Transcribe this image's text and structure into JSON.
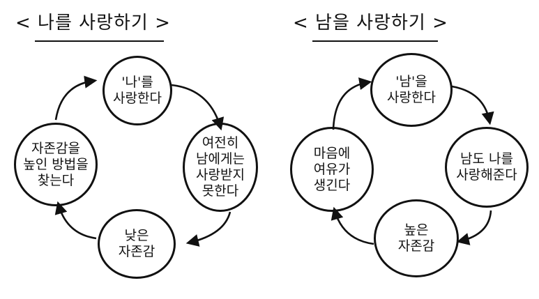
{
  "diagrams": [
    {
      "title": "< 나를 사랑하기 >",
      "nodes": [
        "'나'를\n사랑한다",
        "여전히\n남에게는\n사랑받지\n못한다",
        "낮은\n자존감",
        "자존감을\n높인 방법을\n찾는다"
      ]
    },
    {
      "title": "< 남을 사랑하기 >",
      "nodes": [
        "'남'을\n사랑한다",
        "남도 나를\n사랑해준다",
        "높은\n자존감",
        "마음에\n여유가\n생긴다"
      ]
    }
  ],
  "colors": {
    "ink": "#111111",
    "background": "#ffffff"
  }
}
